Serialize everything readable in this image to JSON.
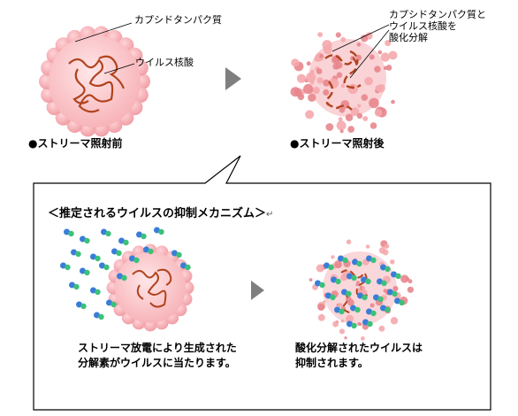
{
  "top": {
    "capsid_label": "カプシドタンパク質",
    "nucleic_label": "ウイルス核酸",
    "after_label_lines": [
      "カプシドタンパク質と",
      "ウイルス核酸を",
      "酸化分解"
    ],
    "before_caption": "●ストリーマ照射前",
    "after_caption": "●ストリーマ照射後"
  },
  "mechanism": {
    "title": "＜推定されるウイルスの抑制メカニズム＞",
    "return_mark": "↵",
    "left_desc_lines": [
      "ストリーマ放電により生成された",
      "分解素がウイルスに当たります。"
    ],
    "right_desc_lines": [
      "酸化分解されたウイルスは",
      "抑制されます。"
    ]
  },
  "colors": {
    "capsid": "#f5a8ad",
    "capsid_dark": "#e8868d",
    "nucleic": "#b0441e",
    "arrow": "#7f7f7f",
    "particle_blue": "#3a7dd8",
    "particle_green": "#3cc07a"
  }
}
